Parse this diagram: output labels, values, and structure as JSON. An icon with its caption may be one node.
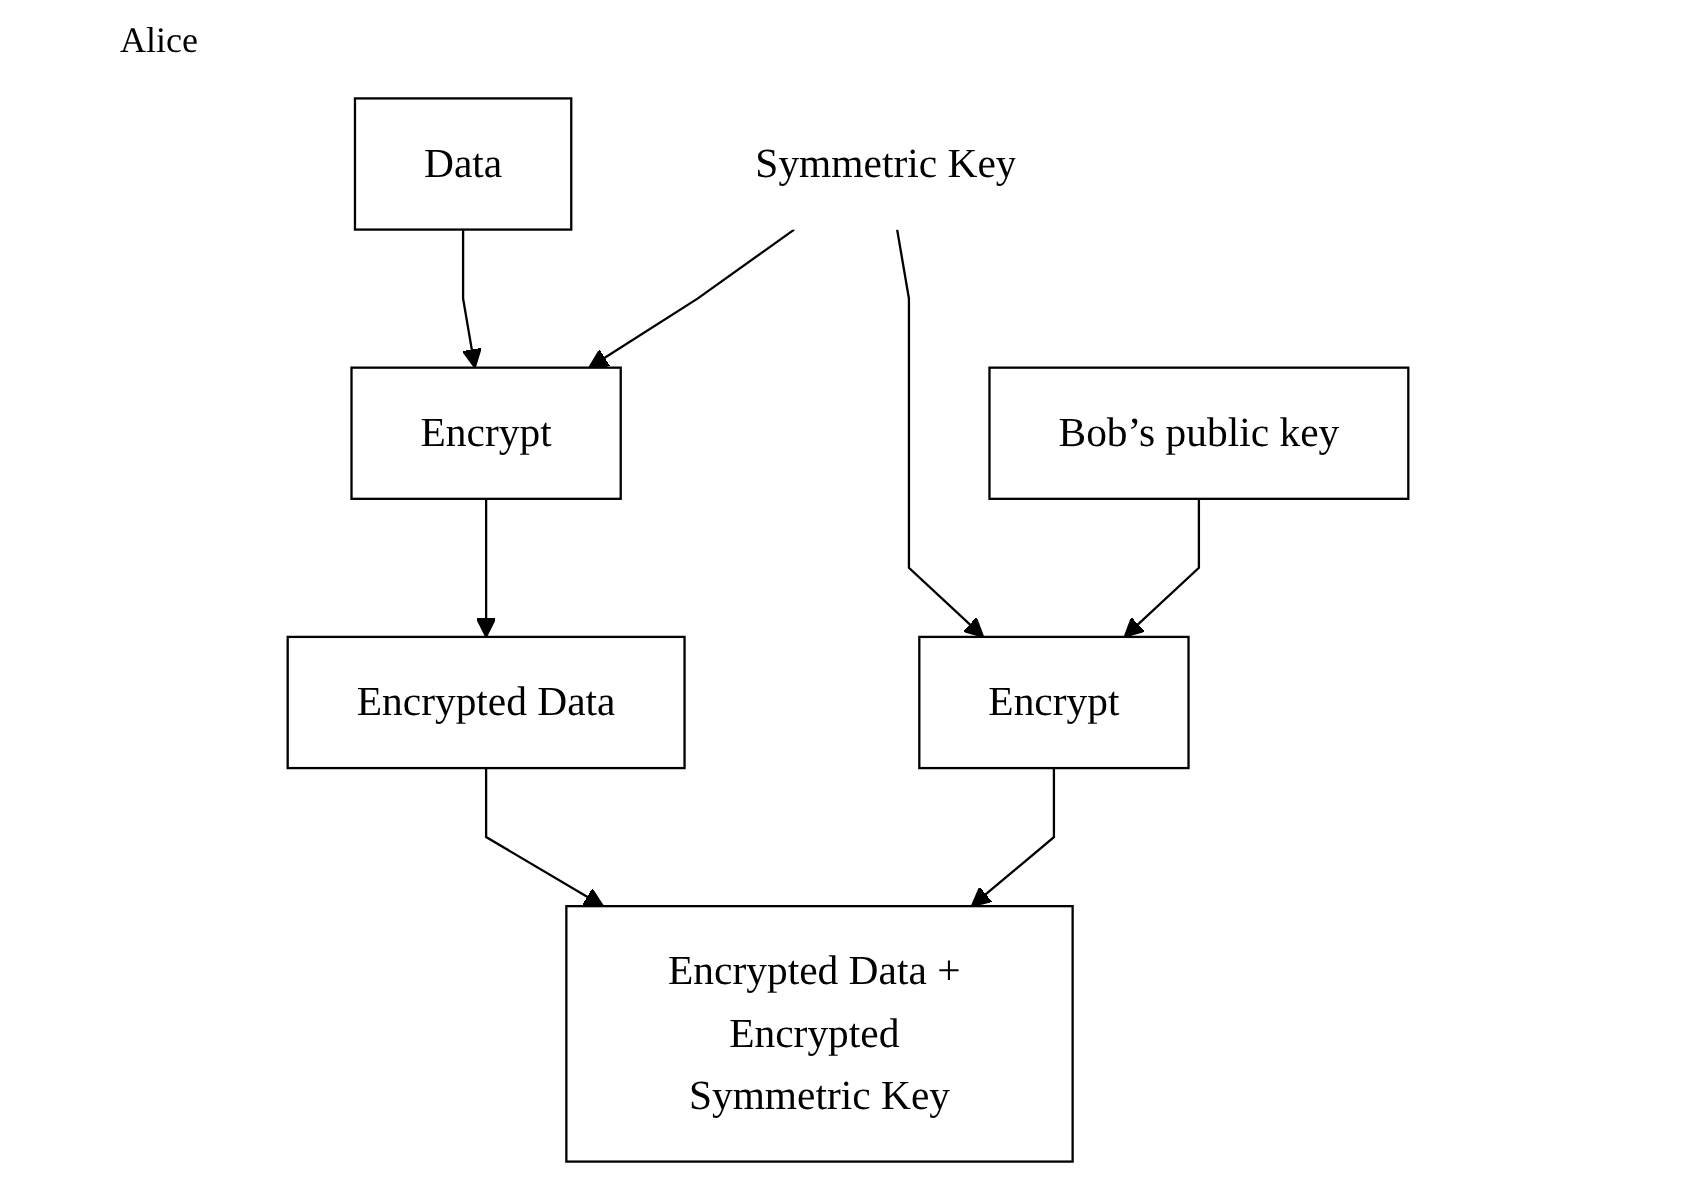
{
  "diagram": {
    "nodes": [
      {
        "text": [
          "Data"
        ]
      },
      {
        "text": [
          "Encrypt"
        ]
      },
      {
        "text": [
          "Symmetric Key"
        ]
      },
      {
        "text": [
          "Encrypted Data"
        ]
      },
      {
        "text": [
          "Encrypt"
        ]
      },
      {
        "text": [
          "Bob’s public key"
        ]
      },
      {
        "text": [
          "Encrypted Data + Encrypted Symmetric Key"
        ]
      }
    ],
    "edges": [
      {
        "from": 0,
        "to": 1,
        "arrow": "to"
      },
      {
        "from": 2,
        "to": 1,
        "arrow": "to"
      },
      {
        "from": 1,
        "to": 3,
        "arrow": "to"
      },
      {
        "from": 2,
        "to": 4,
        "arrow": "to"
      },
      {
        "from": 5,
        "to": 4,
        "arrow": "to"
      },
      {
        "from": 3,
        "to": 6,
        "arrow": "to"
      },
      {
        "from": 4,
        "to": 6,
        "arrow": "to"
      }
    ],
    "labels": [
      "Alice"
    ]
  }
}
